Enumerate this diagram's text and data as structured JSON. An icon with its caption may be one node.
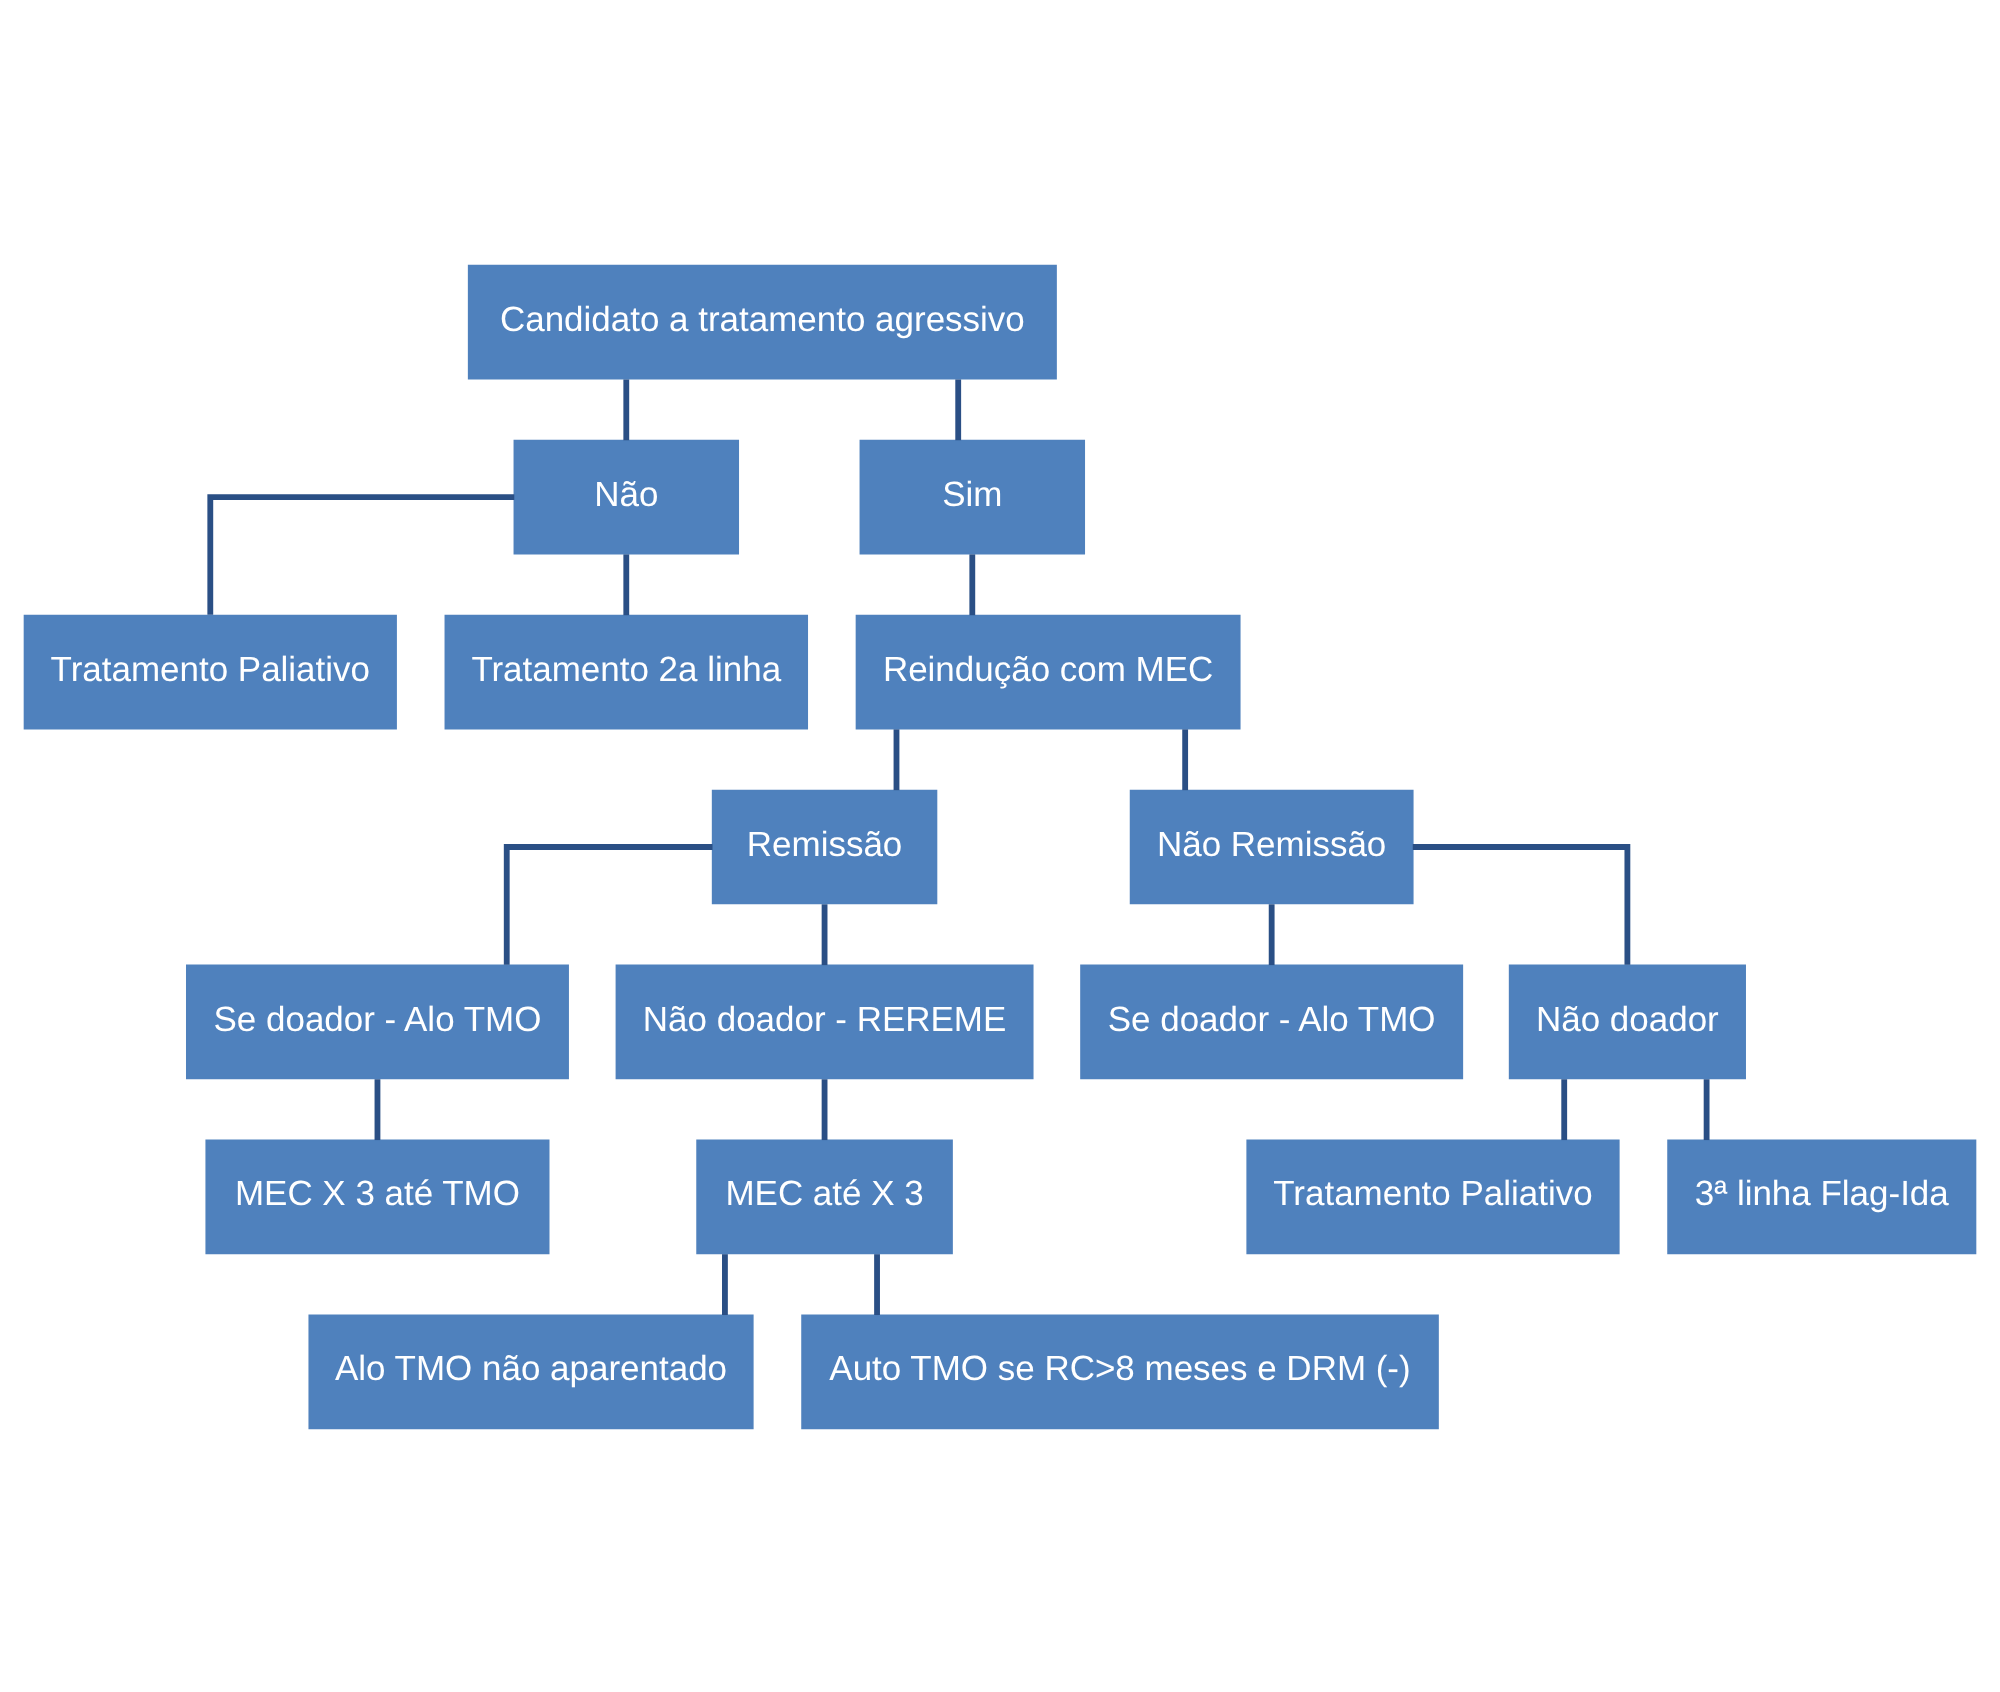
{
  "diagram": {
    "nodes": [
      {
        "text": [
          "Candidato a tratamento agressivo"
        ]
      },
      {
        "text": [
          "Não"
        ]
      },
      {
        "text": [
          "Sim"
        ]
      },
      {
        "text": [
          "Tratamento Paliativo"
        ]
      },
      {
        "text": [
          "Tratamento 2a linha"
        ]
      },
      {
        "text": [
          "Reindução com MEC"
        ]
      },
      {
        "text": [
          "Remissão"
        ]
      },
      {
        "text": [
          "Não Remissão"
        ]
      },
      {
        "text": [
          "Se doador - Alo TMO"
        ]
      },
      {
        "text": [
          "Não doador - REREME"
        ]
      },
      {
        "text": [
          "Se doador - Alo TMO"
        ]
      },
      {
        "text": [
          "Não doador"
        ]
      },
      {
        "text": [
          "MEC X 3 até TMO"
        ]
      },
      {
        "text": [
          "MEC até X 3"
        ]
      },
      {
        "text": [
          "Tratamento Paliativo"
        ]
      },
      {
        "text": [
          "3ª linha Flag-Ida"
        ]
      },
      {
        "text": [
          "Alo TMO não aparentado"
        ]
      },
      {
        "text": [
          "Auto TMO se RC>8 meses e DRM (-)"
        ]
      }
    ],
    "edges": [
      {
        "from": 0,
        "to": 1,
        "arrow": "none"
      },
      {
        "from": 0,
        "to": 2,
        "arrow": "none"
      },
      {
        "from": 1,
        "to": 3,
        "arrow": "none"
      },
      {
        "from": 1,
        "to": 4,
        "arrow": "none"
      },
      {
        "from": 2,
        "to": 5,
        "arrow": "none"
      },
      {
        "from": 5,
        "to": 6,
        "arrow": "none"
      },
      {
        "from": 5,
        "to": 7,
        "arrow": "none"
      },
      {
        "from": 6,
        "to": 8,
        "arrow": "none"
      },
      {
        "from": 6,
        "to": 9,
        "arrow": "none"
      },
      {
        "from": 7,
        "to": 10,
        "arrow": "none"
      },
      {
        "from": 7,
        "to": 11,
        "arrow": "none"
      },
      {
        "from": 8,
        "to": 12,
        "arrow": "none"
      },
      {
        "from": 9,
        "to": 13,
        "arrow": "none"
      },
      {
        "from": 11,
        "to": 14,
        "arrow": "none"
      },
      {
        "from": 11,
        "to": 15,
        "arrow": "none"
      },
      {
        "from": 13,
        "to": 16,
        "arrow": "none"
      },
      {
        "from": 13,
        "to": 17,
        "arrow": "none"
      }
    ]
  }
}
